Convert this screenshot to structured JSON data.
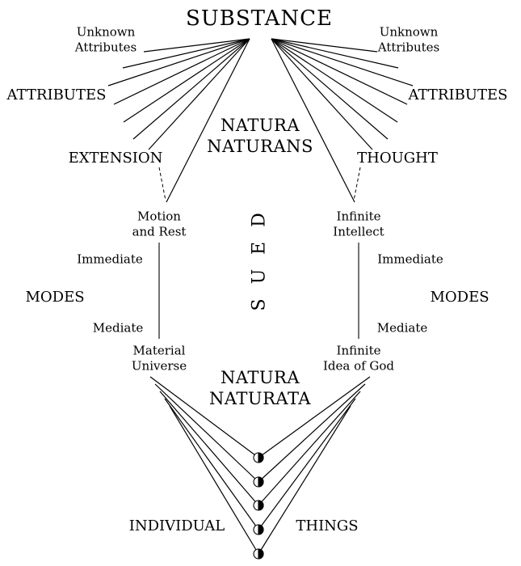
{
  "diagram": {
    "substance": "SUBSTANCE",
    "natura_naturans": "NATURA\nNATURANS",
    "natura_naturata": "NATURA\nNATURATA",
    "deus_letters": [
      "D",
      "E",
      "U",
      "S"
    ],
    "left": {
      "unknown_attributes": "Unknown\nAttributes",
      "attributes": "ATTRIBUTES",
      "extension": "EXTENSION",
      "first_mode": "Motion\nand Rest",
      "immediate": "Immediate",
      "modes": "MODES",
      "mediate": "Mediate",
      "second_mode": "Material\nUniverse"
    },
    "right": {
      "unknown_attributes": "Unknown\nAttributes",
      "attributes": "ATTRIBUTES",
      "thought": "THOUGHT",
      "first_mode": "Infinite\nIntellect",
      "immediate": "Immediate",
      "modes": "MODES",
      "mediate": "Mediate",
      "second_mode": "Infinite\nIdea of God"
    },
    "bottom": {
      "individual": "INDIVIDUAL",
      "things": "THINGS"
    },
    "colors": {
      "ink": "#000000",
      "background": "#ffffff"
    }
  }
}
